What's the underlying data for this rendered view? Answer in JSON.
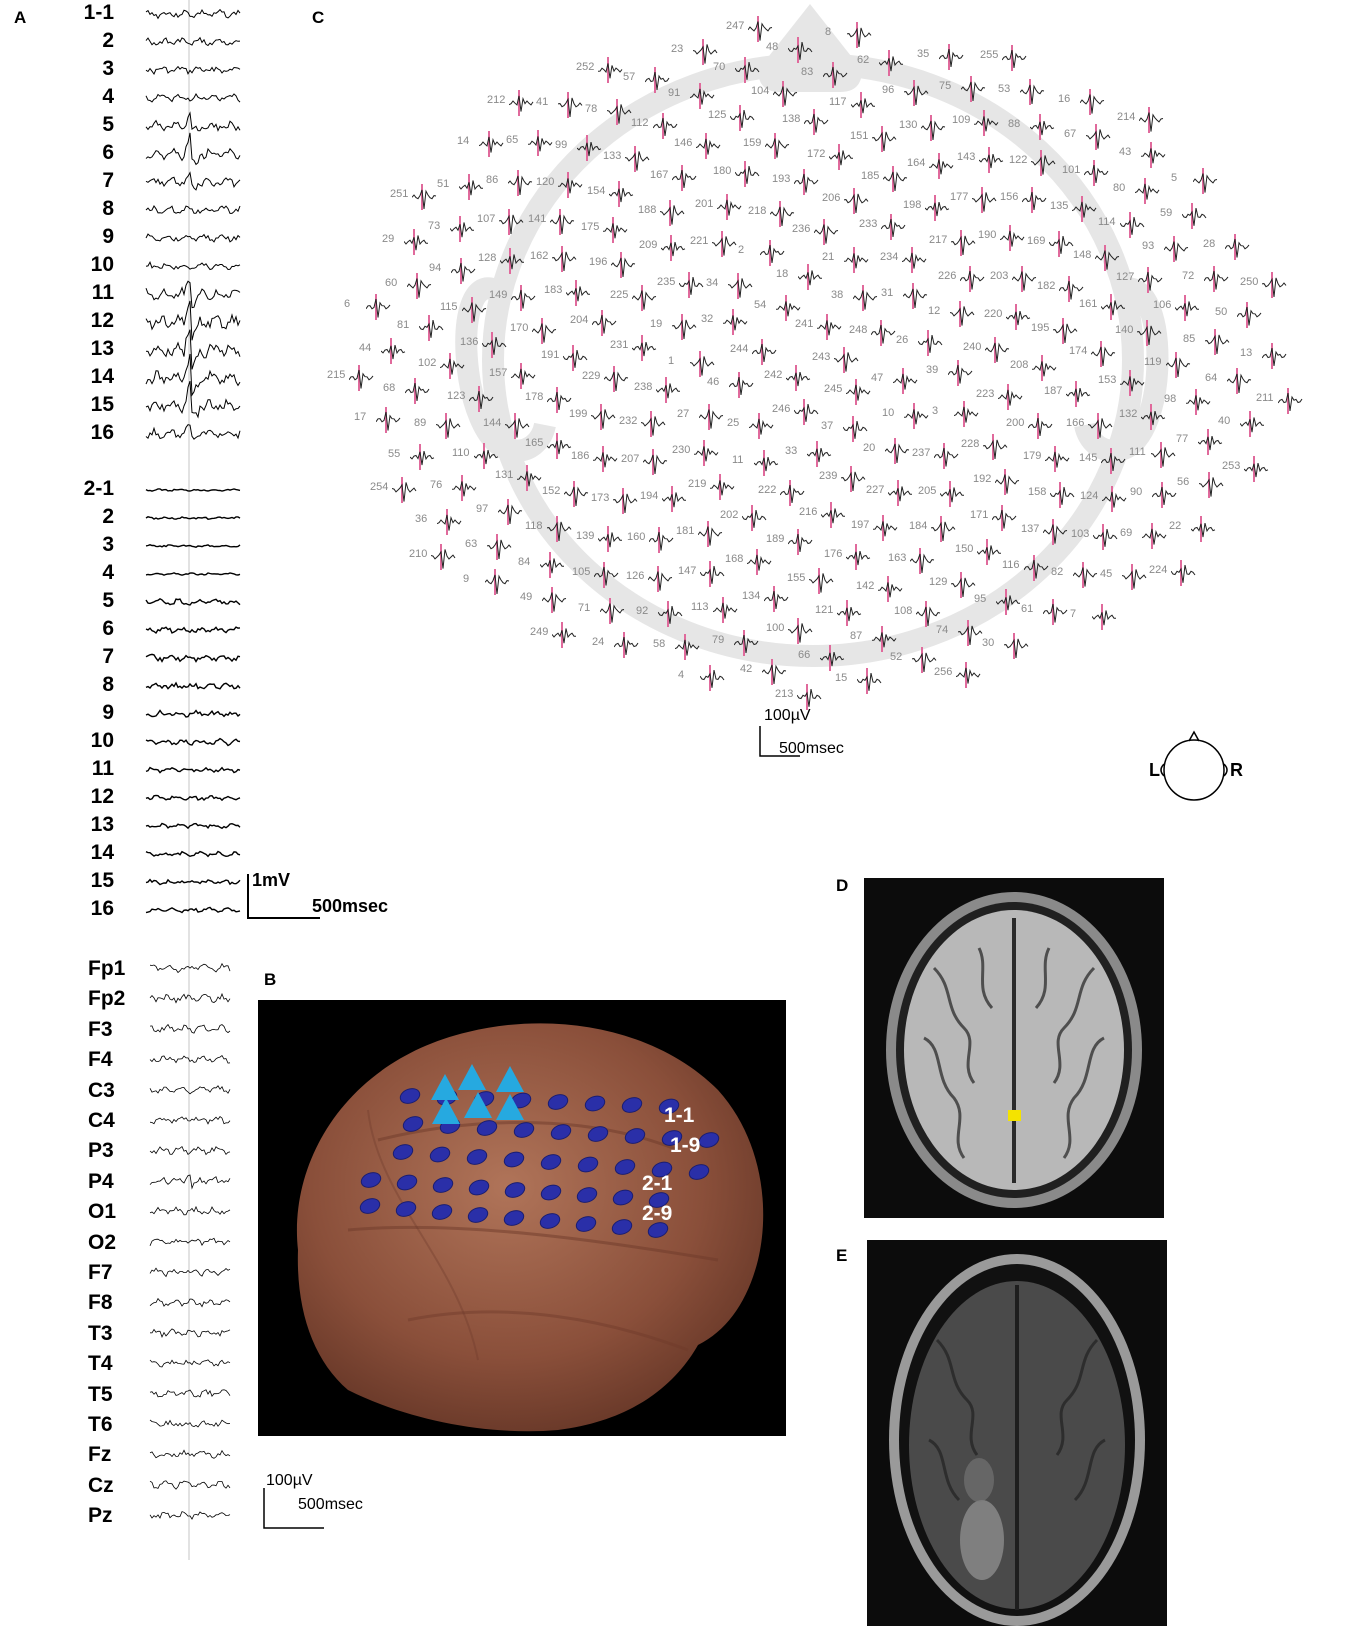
{
  "panels": {
    "A": "A",
    "B": "B",
    "C": "C",
    "D": "D",
    "E": "E"
  },
  "panel_a": {
    "grid1_labels": [
      "1-1",
      "2",
      "3",
      "4",
      "5",
      "6",
      "7",
      "8",
      "9",
      "10",
      "11",
      "12",
      "13",
      "14",
      "15",
      "16"
    ],
    "grid2_labels": [
      "2-1",
      "2",
      "3",
      "4",
      "5",
      "6",
      "7",
      "8",
      "9",
      "10",
      "11",
      "12",
      "13",
      "14",
      "15",
      "16"
    ],
    "eeg_labels": [
      "Fp1",
      "Fp2",
      "F3",
      "F4",
      "C3",
      "C4",
      "P3",
      "P4",
      "O1",
      "O2",
      "F7",
      "F8",
      "T3",
      "T4",
      "T5",
      "T6",
      "Fz",
      "Cz",
      "Pz"
    ],
    "scale_top": {
      "amplitude": "1mV",
      "time": "500msec"
    },
    "scale_bottom": {
      "amplitude": "100µV",
      "time": "500msec"
    }
  },
  "panel_b": {
    "labels": [
      "1-1",
      "1-9",
      "2-1",
      "2-9"
    ],
    "colors": {
      "brain": "#8a4f3a",
      "electrode": "#2a2fa8",
      "marker": "#26a9e0"
    }
  },
  "panel_c": {
    "scale": {
      "amplitude": "100µV",
      "time": "500msec"
    },
    "orientation": {
      "left": "L",
      "right": "R"
    },
    "electrode_ids": [
      "243",
      "242",
      "241",
      "245",
      "244",
      "248",
      "246",
      "54",
      "47",
      "46",
      "38",
      "37",
      "32",
      "26",
      "25",
      "18",
      "10",
      "1",
      "31",
      "33",
      "34",
      "39",
      "27",
      "21",
      "20",
      "19",
      "12",
      "11",
      "2",
      "3",
      "238",
      "234",
      "239",
      "235",
      "240",
      "230",
      "236",
      "237",
      "231",
      "226",
      "222",
      "221",
      "223",
      "232",
      "233",
      "227",
      "225",
      "220",
      "219",
      "218",
      "228",
      "229",
      "217",
      "216",
      "209",
      "208",
      "207",
      "206",
      "205",
      "204",
      "203",
      "202",
      "201",
      "200",
      "199",
      "198",
      "197",
      "196",
      "195",
      "194",
      "193",
      "192",
      "191",
      "190",
      "189",
      "188",
      "187",
      "186",
      "185",
      "184",
      "183",
      "182",
      "181",
      "180",
      "179",
      "178",
      "177",
      "176",
      "175",
      "174",
      "173",
      "172",
      "171",
      "170",
      "169",
      "168",
      "167",
      "166",
      "165",
      "164",
      "163",
      "162",
      "161",
      "160",
      "159",
      "158",
      "157",
      "156",
      "155",
      "154",
      "153",
      "152",
      "151",
      "150",
      "149",
      "148",
      "147",
      "146",
      "145",
      "144",
      "143",
      "142",
      "141",
      "140",
      "139",
      "138",
      "137",
      "136",
      "135",
      "134",
      "133",
      "132",
      "131",
      "130",
      "129",
      "128",
      "127",
      "126",
      "125",
      "124",
      "123",
      "122",
      "121",
      "120",
      "119",
      "118",
      "117",
      "116",
      "115",
      "114",
      "113",
      "112",
      "111",
      "110",
      "109",
      "108",
      "107",
      "106",
      "105",
      "104",
      "103",
      "102",
      "101",
      "100",
      "99",
      "98",
      "97",
      "96",
      "95",
      "94",
      "93",
      "92",
      "91",
      "90",
      "89",
      "88",
      "87",
      "86",
      "85",
      "84",
      "83",
      "82",
      "81",
      "80",
      "79",
      "78",
      "77",
      "76",
      "75",
      "74",
      "73",
      "72",
      "71",
      "70",
      "69",
      "68",
      "67",
      "66",
      "65",
      "64",
      "63",
      "62",
      "61",
      "60",
      "59",
      "58",
      "57",
      "56",
      "55",
      "53",
      "52",
      "51",
      "50",
      "49",
      "48",
      "45",
      "44",
      "43",
      "42",
      "41",
      "40",
      "36",
      "35",
      "30",
      "29",
      "28",
      "24",
      "23",
      "22",
      "17",
      "16",
      "15",
      "14",
      "13",
      "9",
      "8",
      "7",
      "6",
      "5",
      "4",
      "252",
      "253",
      "254",
      "255",
      "256",
      "251",
      "250",
      "249",
      "247",
      "224",
      "215",
      "214",
      "213",
      "212",
      "211",
      "210"
    ]
  },
  "colors": {
    "stim_marker": "#e06a9c",
    "trace": "#000000",
    "head_outline": "#e6e6e6",
    "roi": "#f4e300"
  }
}
